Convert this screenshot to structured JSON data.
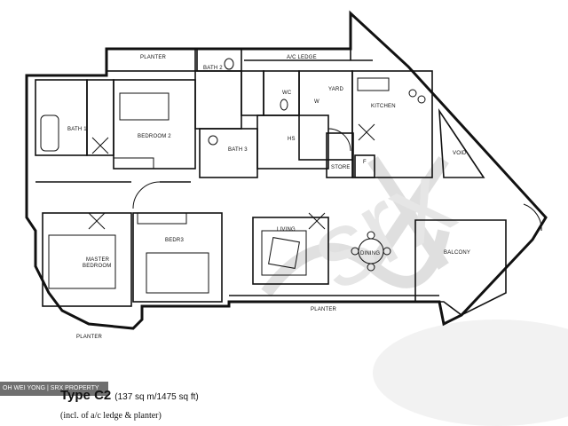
{
  "rooms": {
    "planter_top": "PLANTER",
    "bath2": "BATH 2",
    "ac_ledge": "A/C LEDGE",
    "bath1": "BATH 1",
    "bedroom2": "BEDROOM 2",
    "wc": "WC",
    "yard": "YARD",
    "kitchen": "KITCHEN",
    "hs": "HS",
    "bath3": "BATH 3",
    "store": "STORE",
    "void": "VOID",
    "master_bedroom_line1": "MASTER",
    "master_bedroom_line2": "BEDROOM",
    "bedroom3": "BEDR3",
    "living": "LIVING",
    "dining": "DINING",
    "balcony": "BALCONY",
    "planter_bottom": "PLANTER",
    "planter_left": "PLANTER",
    "w_mark": "W",
    "f_mark": "F"
  },
  "unit": {
    "type": "Type C2",
    "area": "(137 sq m/1475 sq ft)",
    "note": "(incl. of a/c ledge & planter)"
  },
  "credit": "OH WEI YONG | SRX PROPERTY",
  "watermark": "srx"
}
